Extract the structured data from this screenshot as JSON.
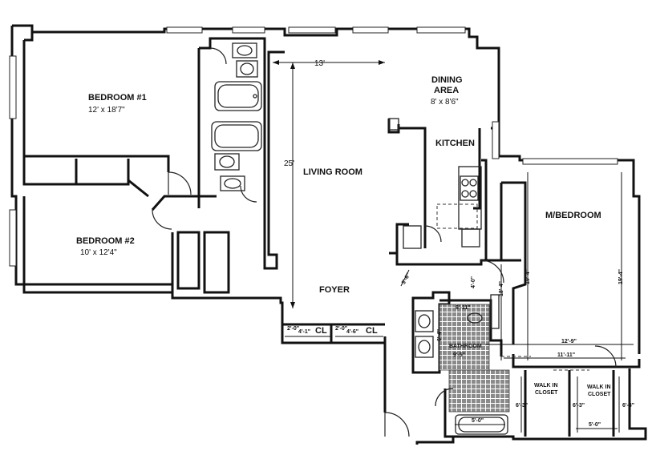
{
  "rooms": {
    "bedroom1": {
      "label": "BEDROOM #1",
      "size": "12' x 18'7\""
    },
    "bedroom2": {
      "label": "BEDROOM #2",
      "size": "10' x 12'4\""
    },
    "living": {
      "label": "LIVING ROOM"
    },
    "dining": {
      "label_line1": "DINING",
      "label_line2": "AREA",
      "size": "8' x 8'6\""
    },
    "kitchen": {
      "label": "KITCHEN"
    },
    "master": {
      "label": "M/BEDROOM"
    },
    "foyer": {
      "label": "FOYER"
    },
    "bathroom": {
      "label": "BATHROOM",
      "size": "9'-5\""
    },
    "closet1": {
      "label": "CL",
      "width": "4'-1\"",
      "depth": "2'-0\""
    },
    "closet2": {
      "label": "CL",
      "width": "4'-6\"",
      "depth": "2'-0\""
    },
    "walkin1": {
      "label_line1": "WALK IN",
      "label_line2": "CLOSET",
      "depth": "6'-3\""
    },
    "walkin2": {
      "label_line1": "WALK IN",
      "label_line2": "CLOSET",
      "depth": "6'-3\"",
      "width": "5'-0\""
    }
  },
  "dimensions": {
    "living_width": "13'",
    "living_length": "25'",
    "master_length_a": "19'-4\"",
    "master_length_b": "19'-4\"",
    "master_width_a": "12'-9\"",
    "master_width_b": "11'-11\"",
    "hall_a": "18'-4\"",
    "hall_b": "4'-0\"",
    "hall_c": "3'-6\"",
    "bath_a": "6'-11\"",
    "bath_b": "6'-4\"",
    "tub_width": "5'-0\"",
    "closet_side": "6'-3\""
  }
}
